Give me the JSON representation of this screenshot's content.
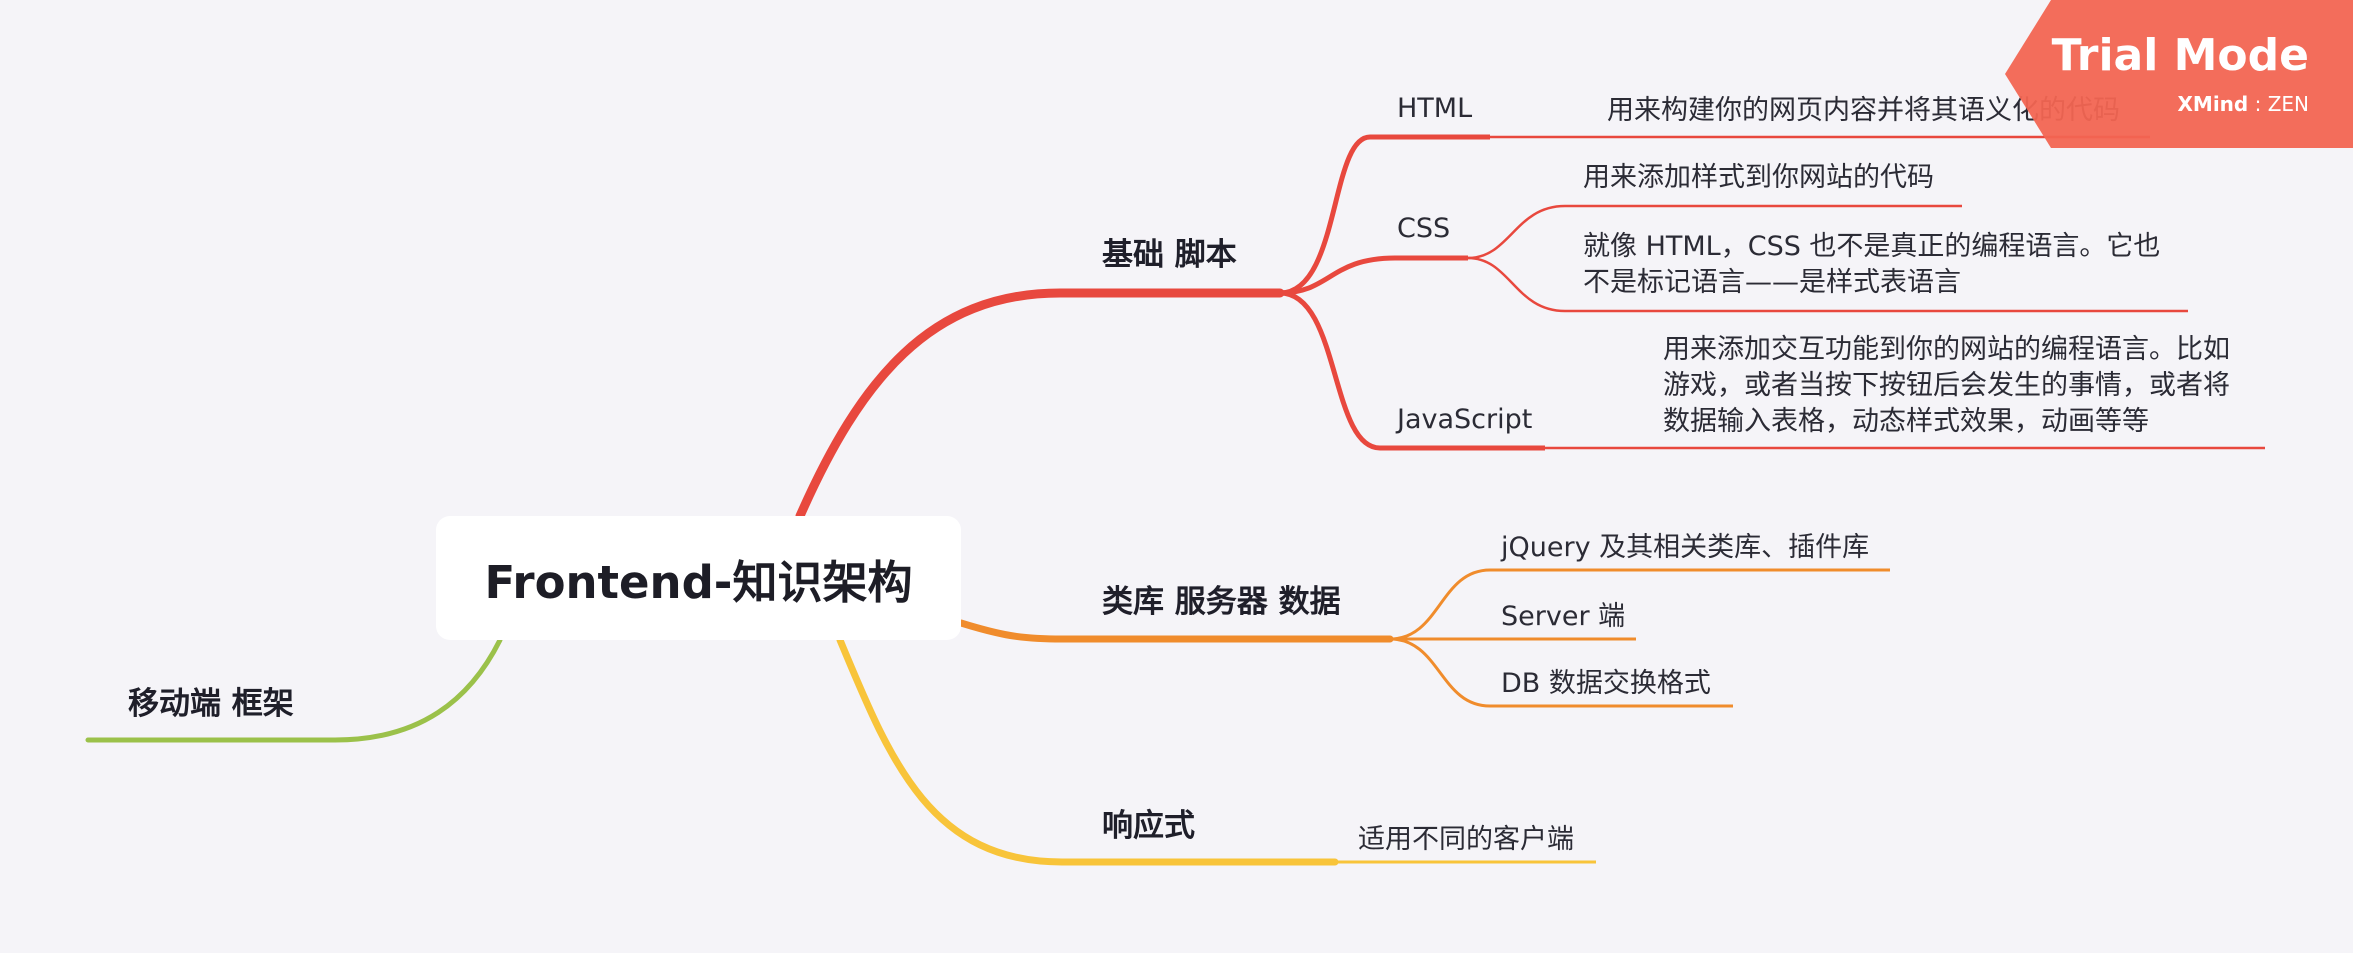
{
  "root": {
    "title": "Frontend-知识架构"
  },
  "colors": {
    "background": "#f5f4f8",
    "red": "#e8483e",
    "orange": "#f08c2c",
    "yellow": "#f8c43a",
    "green": "#9bc14a",
    "badge": "#f26552"
  },
  "branches": {
    "basics": {
      "label": "基础 脚本",
      "html": {
        "label": "HTML",
        "desc": "用来构建你的网页内容并将其语义化的代码"
      },
      "css": {
        "label": "CSS",
        "desc1": "用来添加样式到你网站的代码",
        "desc2": "就像 HTML，CSS 也不是真正的编程语言。它也\n不是标记语言——是样式表语言"
      },
      "js": {
        "label": "JavaScript",
        "desc": "用来添加交互功能到你的网站的编程语言。比如\n游戏，或者当按下按钮后会发生的事情，或者将\n数据输入表格，动态样式效果，动画等等"
      }
    },
    "libs": {
      "label": "类库 服务器 数据",
      "items": [
        "jQuery 及其相关类库、插件库",
        "Server 端",
        "DB 数据交换格式"
      ]
    },
    "responsive": {
      "label": "响应式",
      "desc": "适用不同的客户端"
    },
    "mobile": {
      "label": "移动端 框架"
    }
  },
  "badge": {
    "title": "Trial Mode",
    "brand": "XMind",
    "edition": "ZEN"
  }
}
